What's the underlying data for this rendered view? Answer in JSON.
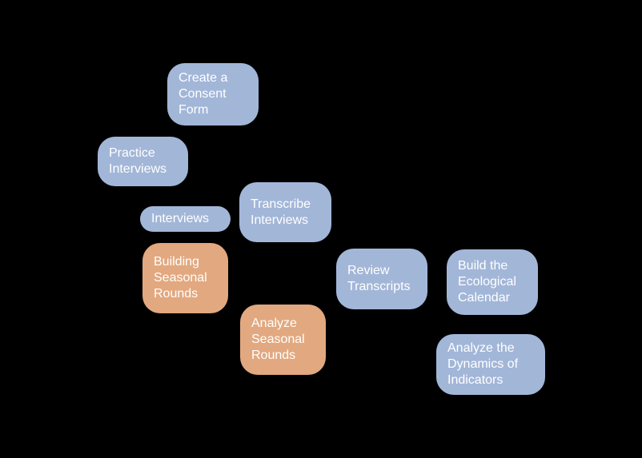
{
  "colors": {
    "background": "#000000",
    "blue_node": "#a2b6d8",
    "orange_node": "#e2a87f",
    "text": "#ffffff"
  },
  "nodes": [
    {
      "id": "consent",
      "label": "Create a\nConsent\nForm",
      "color": "#a2b6d8"
    },
    {
      "id": "practice",
      "label": "Practice\nInterviews",
      "color": "#a2b6d8"
    },
    {
      "id": "interviews",
      "label": "Interviews",
      "color": "#a2b6d8"
    },
    {
      "id": "transcribe",
      "label": "Transcribe\nInterviews",
      "color": "#a2b6d8"
    },
    {
      "id": "building",
      "label": "Building\nSeasonal\nRounds",
      "color": "#e2a87f"
    },
    {
      "id": "review",
      "label": "Review\nTranscripts",
      "color": "#a2b6d8"
    },
    {
      "id": "calendar",
      "label": "Build the\nEcological\nCalendar",
      "color": "#a2b6d8"
    },
    {
      "id": "analyze_sr",
      "label": "Analyze\nSeasonal\nRounds",
      "color": "#e2a87f"
    },
    {
      "id": "dynamics",
      "label": "Analyze the\nDynamics of\nIndicators",
      "color": "#a2b6d8"
    }
  ]
}
